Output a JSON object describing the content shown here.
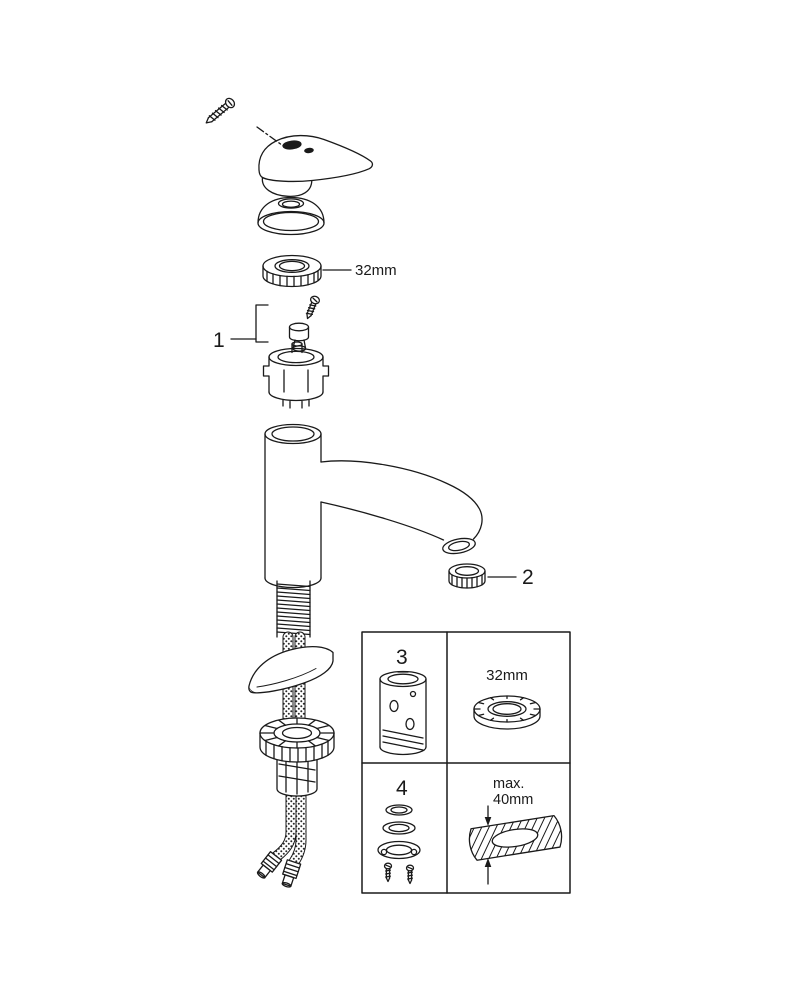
{
  "canvas": {
    "background": "#ffffff",
    "line_color": "#1a1a1a"
  },
  "callouts": {
    "part1_label": "1",
    "part2_label": "2",
    "ring_nut_size": "32mm"
  },
  "panel": {
    "item3_label": "3",
    "item4_label": "4",
    "ring_nut_size": "32mm",
    "max_depth_line1": "max.",
    "max_depth_line2": "40mm"
  },
  "parts_depicted": [
    "handle-fixing-screw",
    "lever-handle",
    "handle-cap",
    "ring-nut-32mm",
    "cartridge-screw",
    "cartridge-stem",
    "ceramic-cartridge",
    "faucet-body-with-spout",
    "aerator",
    "threaded-shank",
    "supply-hoses",
    "base-escutcheon",
    "mounting-adapter",
    "mounting-nut",
    "hose-connectors",
    "mounting-shaft",
    "fixing-set",
    "countertop-cross-section"
  ]
}
